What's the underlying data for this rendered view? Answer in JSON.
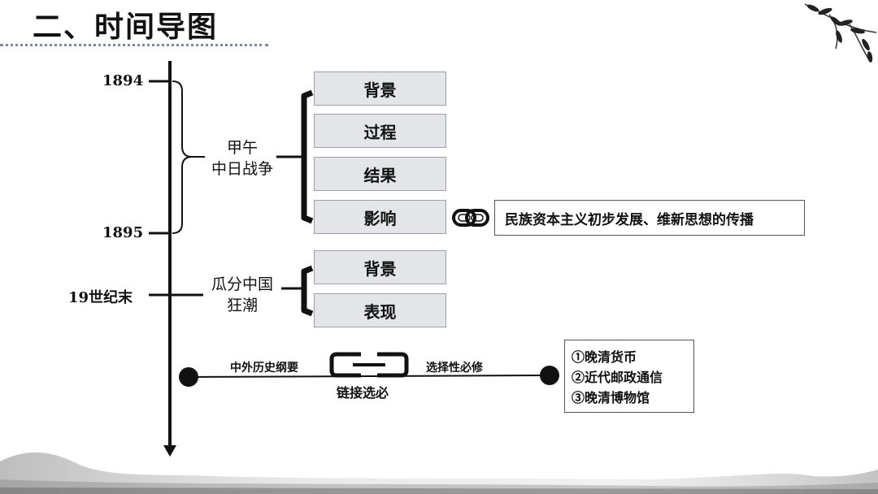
{
  "header": {
    "title": "二、时间导图"
  },
  "timeline": {
    "marks": [
      "1894",
      "1895",
      "19世纪末"
    ]
  },
  "topics": [
    {
      "lines": [
        "甲午",
        "中日战争"
      ],
      "items": [
        "背景",
        "过程",
        "结果",
        "影响"
      ],
      "influence": "民族资本主义初步发展、维新思想的传播"
    },
    {
      "lines": [
        "瓜分中国",
        "狂潮"
      ],
      "items": [
        "背景",
        "表现"
      ]
    }
  ],
  "link": {
    "left_label": "中外历史纲要",
    "right_label": "选择性必修",
    "caption": "链接选必",
    "items": [
      "①晚清货币",
      "②近代邮政通信",
      "③晚清博物馆"
    ]
  },
  "icons": [
    "chain-link-icon",
    "link-icon"
  ]
}
